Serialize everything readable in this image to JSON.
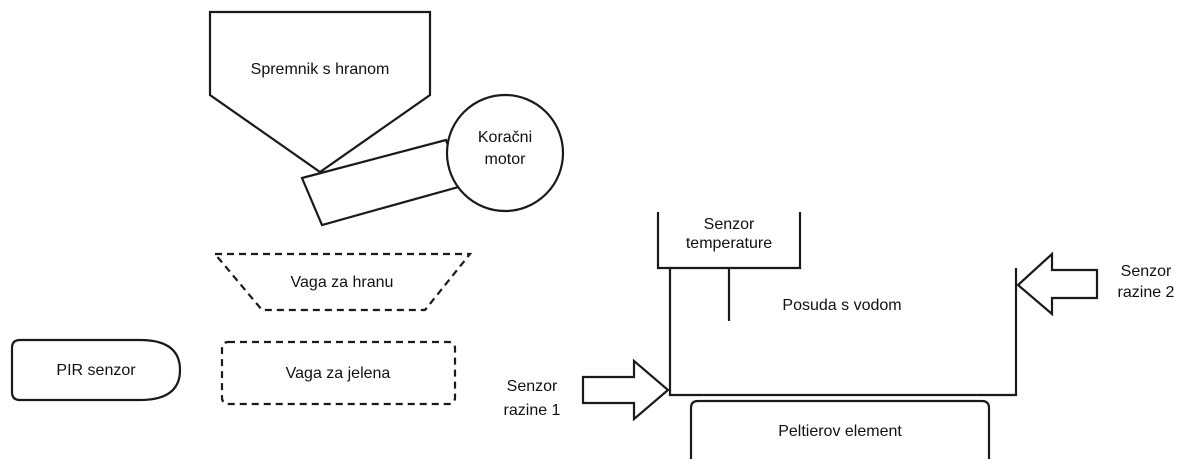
{
  "diagram": {
    "hopper_label": "Spremnik s hranom",
    "motor_label_line1": "Koračni",
    "motor_label_line2": "motor",
    "food_scale_label": "Vaga za hranu",
    "deer_scale_label": "Vaga za jelena",
    "pir_label": "PIR senzor",
    "temp_sensor_line1": "Senzor",
    "temp_sensor_line2": "temperature",
    "water_container_label": "Posuda s vodom",
    "level_sensor1_line1": "Senzor",
    "level_sensor1_line2": "razine 1",
    "level_sensor2_line1": "Senzor",
    "level_sensor2_line2": "razine 2",
    "peltier_label": "Peltierov element"
  }
}
